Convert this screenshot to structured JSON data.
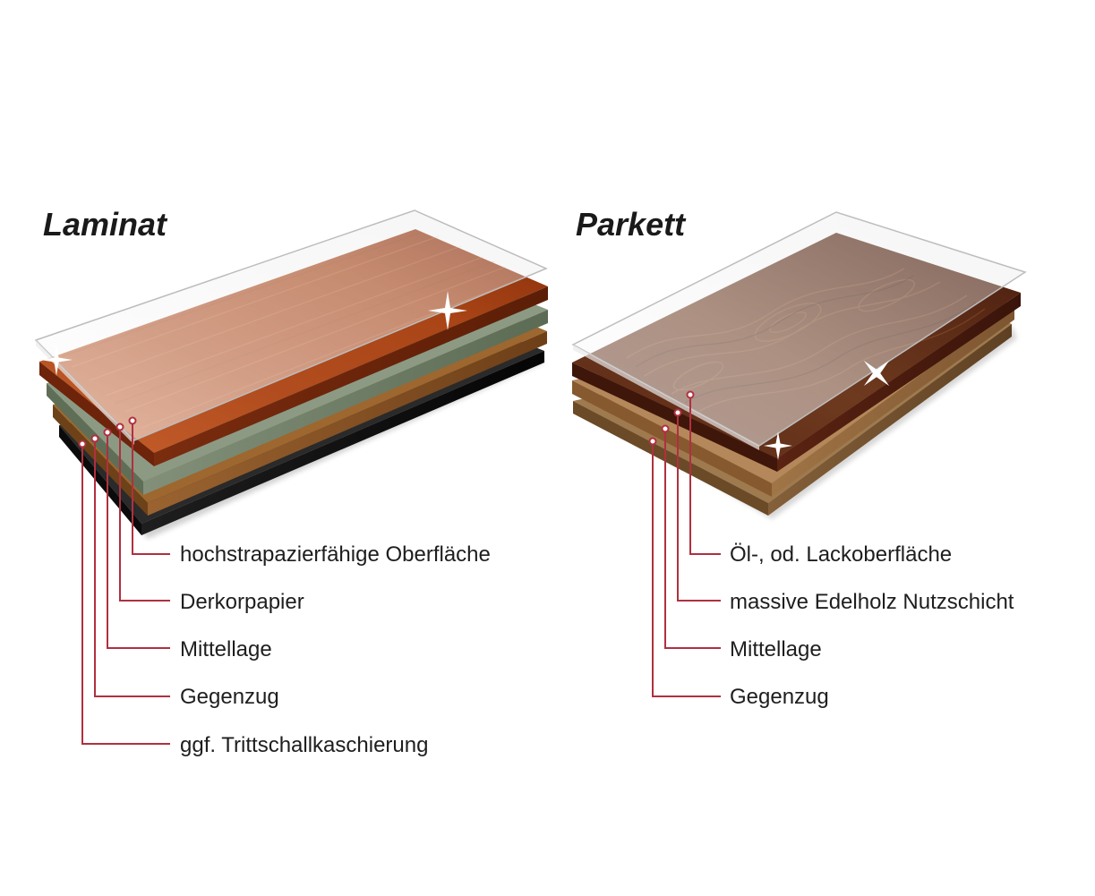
{
  "diagrams": [
    {
      "title": "Laminat",
      "layers": [
        "hochstrapazierfähige Oberfläche",
        "Derkorpapier",
        "Mittellage",
        "Gegenzug",
        "ggf. Trittschallkaschierung"
      ],
      "layer_colors": [
        "#9a3410",
        "#6f7d64",
        "#8a5325",
        "#111111"
      ]
    },
    {
      "title": "Parkett",
      "layers": [
        "Öl-, od. Lackoberfläche",
        "massive Edelholz Nutzschicht",
        "Mittellage",
        "Gegenzug"
      ],
      "layer_colors": [
        "#4a1e10",
        "#8a6035",
        "#6d4b2a"
      ]
    }
  ],
  "colors": {
    "leader": "#b0303f",
    "text": "#1e1e1e"
  },
  "icons": [
    "sparkle-icon"
  ]
}
